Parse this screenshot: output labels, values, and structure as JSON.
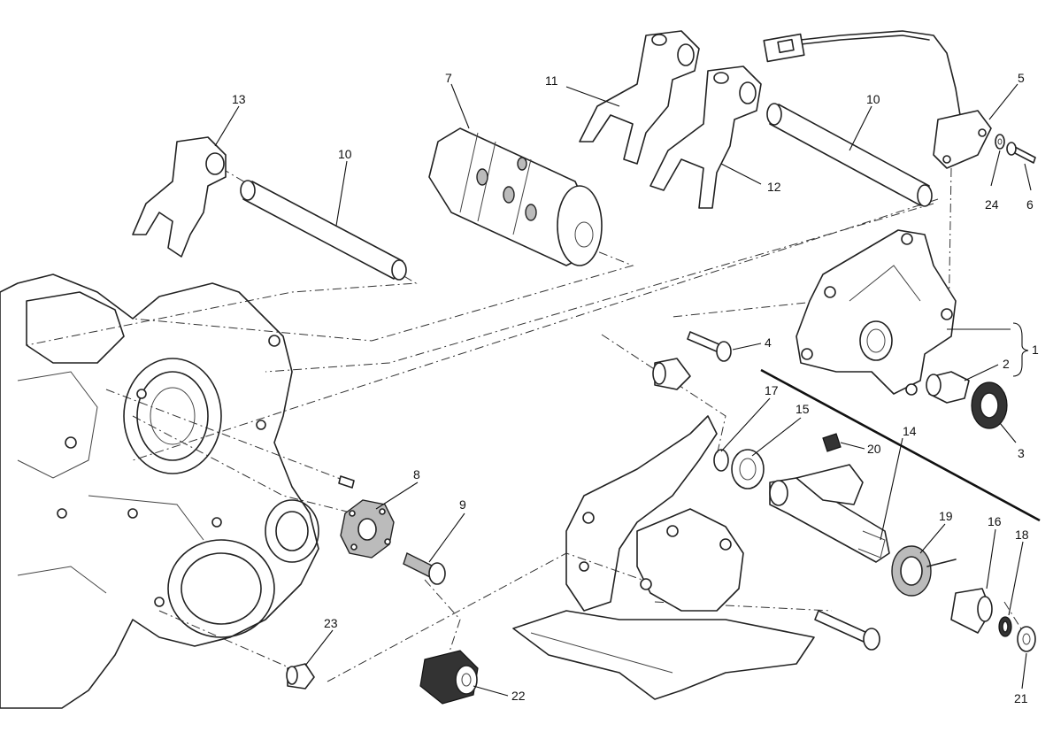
{
  "callouts": [
    {
      "id": "c1",
      "label": "1"
    },
    {
      "id": "c2",
      "label": "2"
    },
    {
      "id": "c3",
      "label": "3"
    },
    {
      "id": "c4",
      "label": "4"
    },
    {
      "id": "c5",
      "label": "5"
    },
    {
      "id": "c6",
      "label": "6"
    },
    {
      "id": "c7",
      "label": "7"
    },
    {
      "id": "c8",
      "label": "8"
    },
    {
      "id": "c9",
      "label": "9"
    },
    {
      "id": "c10a",
      "label": "10"
    },
    {
      "id": "c10b",
      "label": "10"
    },
    {
      "id": "c11",
      "label": "11"
    },
    {
      "id": "c12",
      "label": "12"
    },
    {
      "id": "c13",
      "label": "13"
    },
    {
      "id": "c14",
      "label": "14"
    },
    {
      "id": "c15",
      "label": "15"
    },
    {
      "id": "c16",
      "label": "16"
    },
    {
      "id": "c17",
      "label": "17"
    },
    {
      "id": "c18",
      "label": "18"
    },
    {
      "id": "c19",
      "label": "19"
    },
    {
      "id": "c20",
      "label": "20"
    },
    {
      "id": "c21",
      "label": "21"
    },
    {
      "id": "c22",
      "label": "22"
    },
    {
      "id": "c23",
      "label": "23"
    },
    {
      "id": "c24",
      "label": "24"
    }
  ]
}
